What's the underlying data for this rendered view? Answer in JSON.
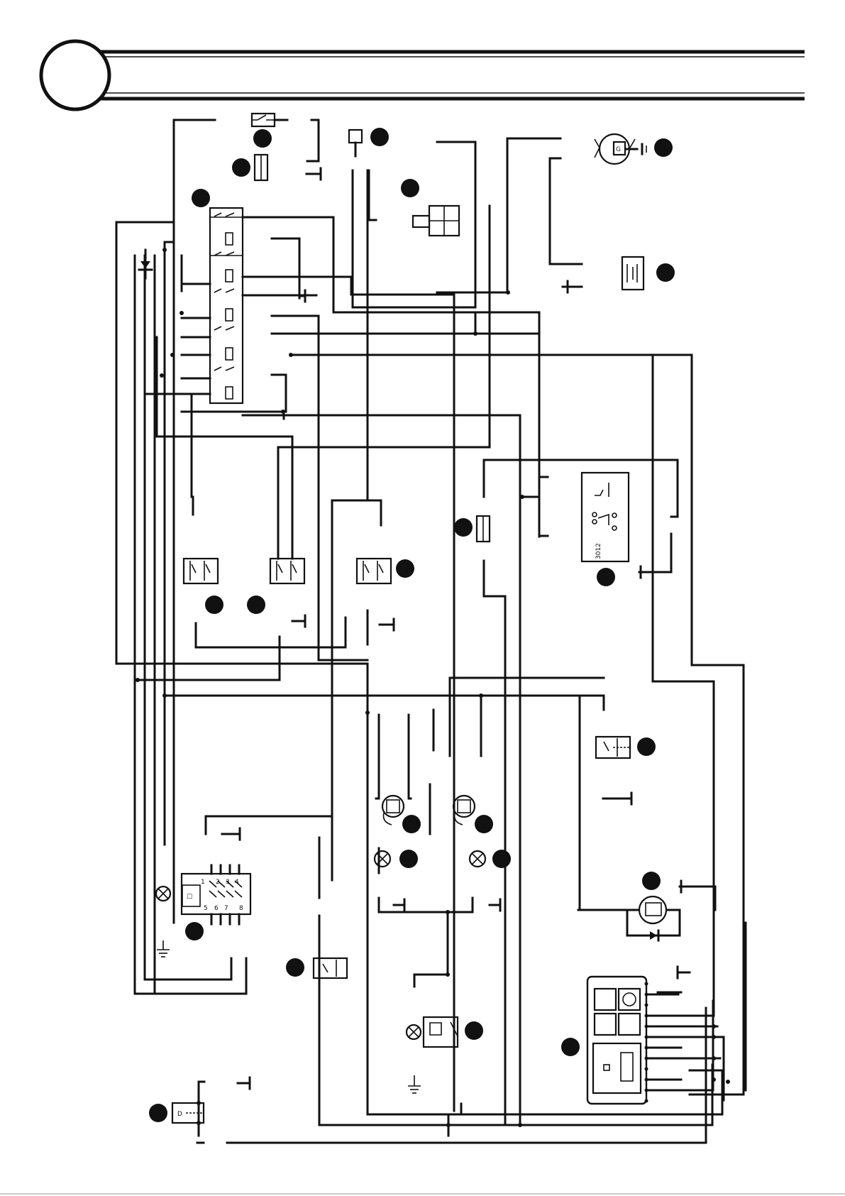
{
  "diagram": {
    "relay_code_label": "3012",
    "connector_pin_labels": [
      "1",
      "2",
      "3",
      "4",
      "5",
      "6",
      "7",
      "8"
    ]
  }
}
